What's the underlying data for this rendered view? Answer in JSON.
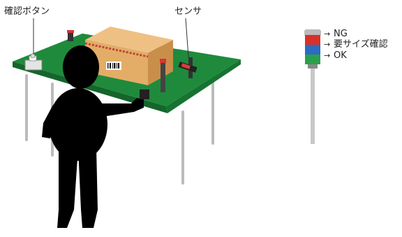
{
  "labels": {
    "confirm_button": "確認ボタン",
    "sensor": "センサ"
  },
  "signal_legend": [
    {
      "arrow": "→",
      "text": "NG",
      "color": "#d9302a"
    },
    {
      "arrow": "→",
      "text": "要サイズ確認",
      "color": "#2a6cc4"
    },
    {
      "arrow": "→",
      "text": "OK",
      "color": "#2aa04a"
    }
  ],
  "colors": {
    "table_top": "#1f8a3c",
    "table_edge": "#14662b",
    "box": "#e3ad67",
    "box_side": "#c98f4a",
    "figure": "#000000"
  }
}
